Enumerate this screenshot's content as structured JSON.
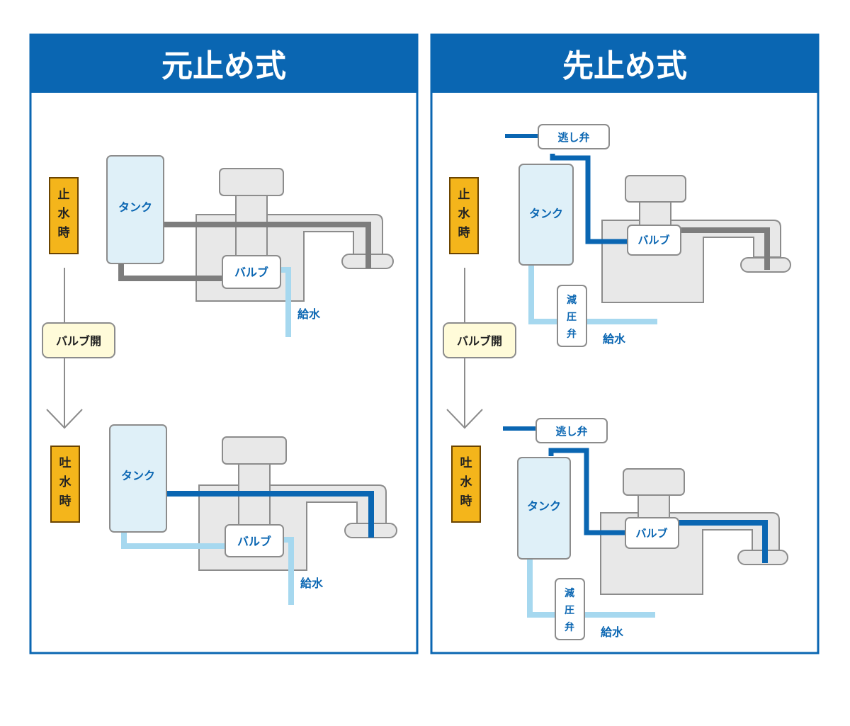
{
  "colors": {
    "frame": "#0a66b2",
    "header_text": "#ffffff",
    "label_blue": "#0a66b2",
    "pipe_gray": "#7d7d7d",
    "pipe_blue": "#0a66b2",
    "pipe_light": "#a6d8ef",
    "tank_fill": "#dff0f8",
    "body_fill": "#e8e8e8",
    "stroke": "#8c8c8c",
    "state_fill": "#f4b51b",
    "state_stroke": "#6b4400",
    "action_fill": "#fffbd9"
  },
  "left": {
    "title": "元止め式",
    "state_top": [
      "止",
      "水",
      "時"
    ],
    "state_bottom": [
      "吐",
      "水",
      "時"
    ],
    "action": "バルブ開",
    "tank": "タンク",
    "valve": "バルブ",
    "supply": "給水"
  },
  "right": {
    "title": "先止め式",
    "state_top": [
      "止",
      "水",
      "時"
    ],
    "state_bottom": [
      "吐",
      "水",
      "時"
    ],
    "action": "バルブ開",
    "tank": "タンク",
    "valve": "バルブ",
    "relief": "逃し弁",
    "reducer": [
      "減",
      "圧",
      "弁"
    ],
    "supply": "給水"
  }
}
